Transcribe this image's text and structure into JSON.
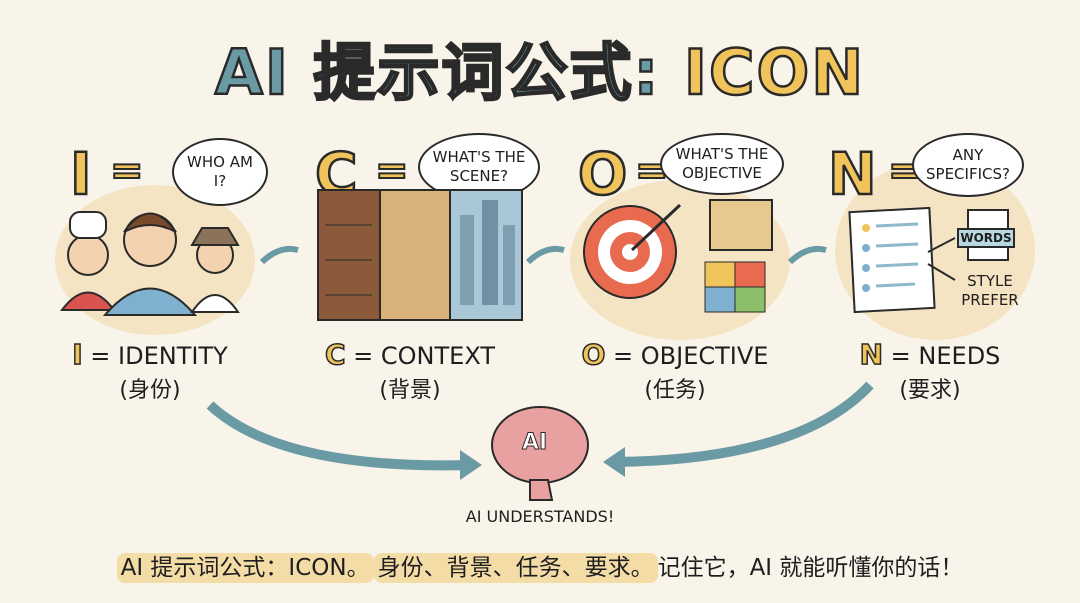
{
  "title": {
    "part1": "AI 提示词公式:",
    "part2": "ICON"
  },
  "colors": {
    "teal": "#6a9aa3",
    "yellow": "#f1c35b",
    "background": "#f8f4ea",
    "highlight": "#f3dca6"
  },
  "panels": [
    {
      "letter": "I",
      "eq": "=",
      "bubble": "WHO AM I?",
      "label": "= IDENTITY",
      "sub": "(身份)",
      "icon": "people-icon"
    },
    {
      "letter": "C",
      "eq": "=",
      "bubble": "WHAT'S THE SCENE?",
      "label": "= CONTEXT",
      "sub": "(背景)",
      "icon": "scene-icon"
    },
    {
      "letter": "O",
      "eq": "=",
      "bubble": "WHAT'S THE OBJECTIVE",
      "label": "= OBJECTIVE",
      "sub": "(任务)",
      "icon": "target-icon"
    },
    {
      "letter": "N",
      "eq": "=",
      "bubble": "ANY SPECIFICS?",
      "label": "= NEEDS",
      "sub": "(要求)",
      "icon": "checklist-icon",
      "doc_tag": "WORDS",
      "note_line1": "STYLE",
      "note_line2": "PREFER"
    }
  ],
  "brain": {
    "label": "AI",
    "caption": "AI UNDERSTANDS!"
  },
  "bottom": {
    "h1": "AI 提示词公式：ICON。",
    "h2": "身份、背景、任务、要求。",
    "rest": "记住它，AI 就能听懂你的话！"
  }
}
